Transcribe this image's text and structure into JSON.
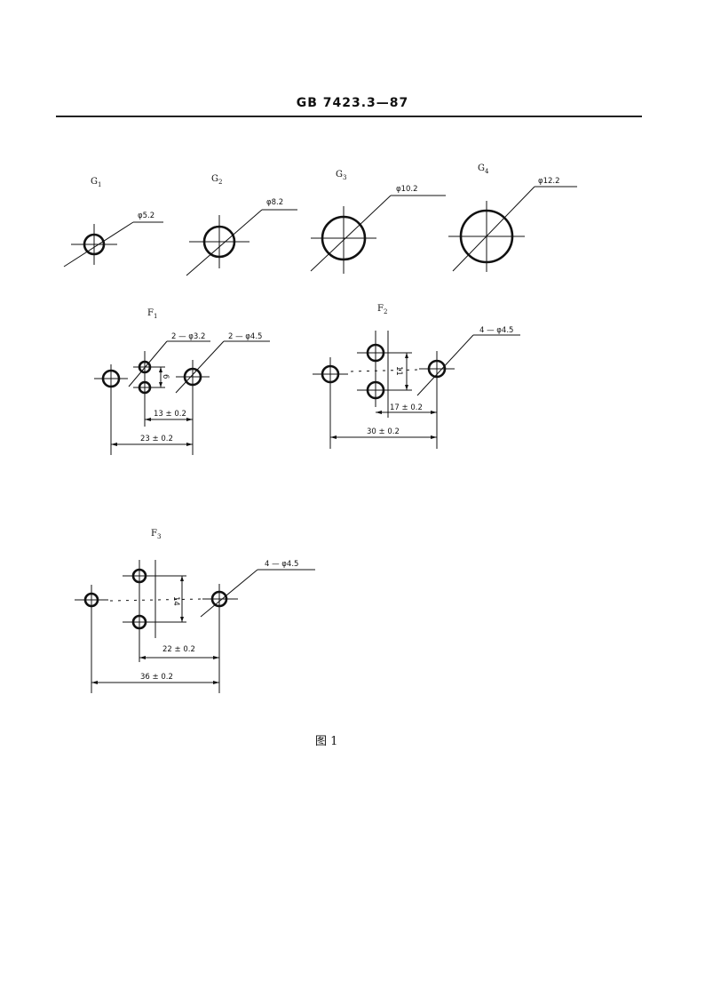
{
  "header": {
    "standard_code": "GB 7423.3—87"
  },
  "figure": {
    "caption": "图 1",
    "g_patterns": [
      {
        "label": "G",
        "sub": "1",
        "diameter": "φ5.2"
      },
      {
        "label": "G",
        "sub": "2",
        "diameter": "φ8.2"
      },
      {
        "label": "G",
        "sub": "3",
        "diameter": "φ10.2"
      },
      {
        "label": "G",
        "sub": "4",
        "diameter": "φ12.2"
      }
    ],
    "f1": {
      "label": "F",
      "sub": "1",
      "hole_a": "2 — φ3.2",
      "hole_b": "2 — φ4.5",
      "vspace": "6",
      "inner": "13 ± 0.2",
      "outer": "23 ± 0.2"
    },
    "f2": {
      "label": "F",
      "sub": "2",
      "holes": "4 — φ4.5",
      "vspace": "11",
      "inner": "17 ± 0.2",
      "outer": "30 ± 0.2"
    },
    "f3": {
      "label": "F",
      "sub": "3",
      "holes": "4 — φ4.5",
      "vspace": "14",
      "inner": "22 ± 0.2",
      "outer": "36 ± 0.2"
    }
  }
}
